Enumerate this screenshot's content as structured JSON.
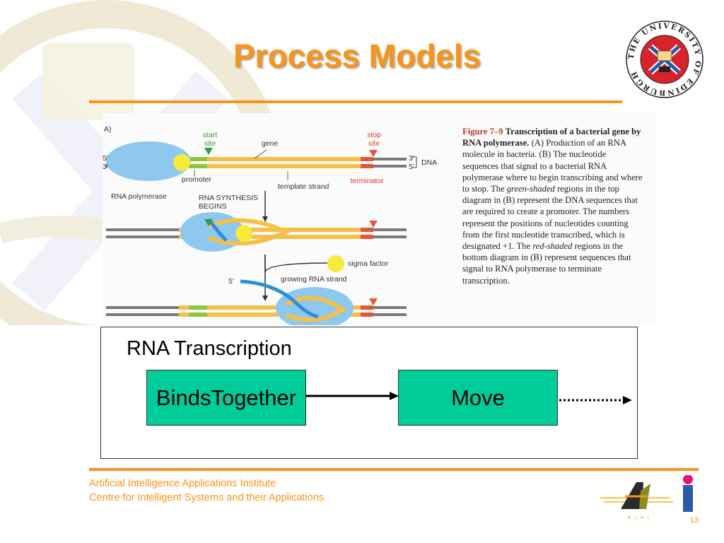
{
  "slide": {
    "title": "Process Models",
    "page_number": "13"
  },
  "seal": {
    "text": "THE UNIVERSITY OF EDINBURGH"
  },
  "figure": {
    "panel_label": "A)",
    "caption_number": "Figure 7–9",
    "caption_title": "Transcription of a bacterial gene by RNA polymerase.",
    "caption_body": [
      {
        "t": " (A) Production of an RNA molecule in bacteria. (B) The nucleotide sequences that signal to a bacterial RNA polymerase where to begin transcribing and where to stop. The ",
        "i": false
      },
      {
        "t": "green-shaded",
        "i": true
      },
      {
        "t": " regions in the top diagram in (B) represent the DNA sequences that are required to create a promoter. The numbers represent the positions of nucleotides counting from the first nucleotide transcribed, which is designated +1. The ",
        "i": false
      },
      {
        "t": "red-shaded",
        "i": true
      },
      {
        "t": " regions in the bottom diagram in (B) represent sequences that signal to RNA polymerase to terminate transcription.",
        "i": false
      }
    ],
    "labels": {
      "start_site_1": "start",
      "start_site_2": "site",
      "stop_site_1": "stop",
      "stop_site_2": "site",
      "gene": "gene",
      "dna": "DNA",
      "promoter": "promoter",
      "terminator": "terminator",
      "rna_polymerase": "RNA polymerase",
      "template_strand": "template strand",
      "rna_synthesis_1": "RNA SYNTHESIS",
      "rna_synthesis_2": "BEGINS",
      "sigma_factor": "sigma factor",
      "growing_rna": "growing RNA strand",
      "five_prime": "5'",
      "three_prime": "3'"
    }
  },
  "process_model": {
    "title": "RNA Transcription",
    "node_1": "BindsTogether",
    "node_2": "Move"
  },
  "footer": {
    "line_1": "Artificial Intelligence Applications Institute",
    "line_2": "Centre for Intelligent Systems and their Applications"
  },
  "colors": {
    "accent": "#f7941d",
    "node_fill": "#00cc99"
  }
}
